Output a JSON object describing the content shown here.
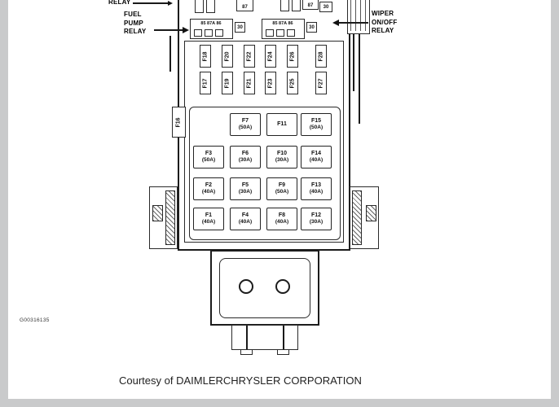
{
  "document": {
    "figure_code": "G00316135",
    "courtesy": "Courtesy of DAIMLERCHRYSLER CORPORATION"
  },
  "callouts": {
    "partial_top": "RELAY",
    "fuel_pump": [
      "FUEL",
      "PUMP",
      "RELAY"
    ],
    "wiper": [
      "WIPER",
      "ON/OFF",
      "RELAY"
    ]
  },
  "relay_area": {
    "top_terminals": [
      "87",
      "87",
      "30"
    ],
    "groups": [
      {
        "pins": "85 87A 86",
        "common": "30"
      },
      {
        "pins": "85 87A 86",
        "common": "30"
      }
    ]
  },
  "small_fuses": {
    "row_top": [
      "F18",
      "F20",
      "F22",
      "F24",
      "F26",
      "F28"
    ],
    "row_bottom": [
      "F17",
      "F19",
      "F21",
      "F23",
      "F25",
      "F27"
    ],
    "side": "F16"
  },
  "big_fuses": [
    {
      "id": "F7",
      "amp": "(50A)"
    },
    {
      "id": "F11",
      "amp": ""
    },
    {
      "id": "F15",
      "amp": "(50A)"
    },
    {
      "id": "F3",
      "amp": "(50A)"
    },
    {
      "id": "F6",
      "amp": "(30A)"
    },
    {
      "id": "F10",
      "amp": "(30A)"
    },
    {
      "id": "F14",
      "amp": "(40A)"
    },
    {
      "id": "F2",
      "amp": "(40A)"
    },
    {
      "id": "F5",
      "amp": "(30A)"
    },
    {
      "id": "F9",
      "amp": "(50A)"
    },
    {
      "id": "F13",
      "amp": "(40A)"
    },
    {
      "id": "F1",
      "amp": "(40A)"
    },
    {
      "id": "F4",
      "amp": "(40A)"
    },
    {
      "id": "F8",
      "amp": "(40A)"
    },
    {
      "id": "F12",
      "amp": "(30A)"
    }
  ]
}
